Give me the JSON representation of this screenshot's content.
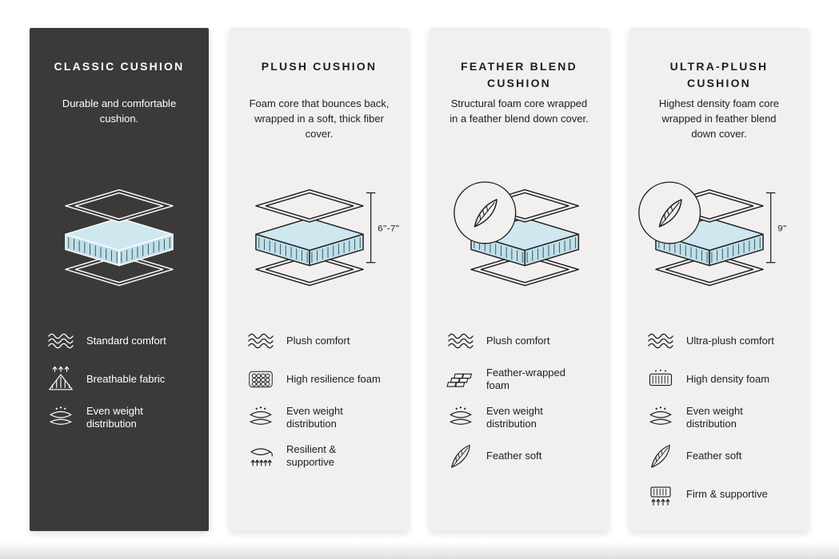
{
  "infographic": {
    "type": "cushion-comparison",
    "background": "#ffffff"
  },
  "colors": {
    "foam_top": "#cfe7ee",
    "foam_side": "#c0dfe9",
    "hatch": "#39525b",
    "dark_card_bg": "#3b3a38",
    "light_card_bg": "#f1f0ee",
    "dark_text": "#1e1e1e",
    "light_text": "#ffffff"
  },
  "cards": [
    {
      "id": "classic-cushion",
      "title": "CLASSIC CUSHION",
      "description": "Durable and comfortable cushion.",
      "theme": {
        "bg": "#3b3a38",
        "text": "#ffffff"
      },
      "illustration": {
        "cushion_diagram": true,
        "feather_badge": false,
        "measurement": null
      },
      "features": [
        {
          "icon": "waves",
          "label": "Standard comfort"
        },
        {
          "icon": "breathable",
          "label": "Breathable fabric"
        },
        {
          "icon": "even-weight",
          "label": "Even weight distribution"
        }
      ]
    },
    {
      "id": "plush-cushion",
      "title": "PLUSH CUSHION",
      "description": "Foam core that bounces back, wrapped in a soft, thick fiber cover.",
      "theme": {
        "bg": "#f1f0ee",
        "text": "#1e1e1e"
      },
      "illustration": {
        "cushion_diagram": true,
        "feather_badge": false,
        "measurement": "6\"-7\""
      },
      "features": [
        {
          "icon": "waves",
          "label": "Plush comfort"
        },
        {
          "icon": "foam-bubbles",
          "label": "High resilience foam"
        },
        {
          "icon": "even-weight",
          "label": "Even weight distribution"
        },
        {
          "icon": "resilient",
          "label": "Resilient & supportive"
        }
      ]
    },
    {
      "id": "feather-blend-cushion",
      "title": "FEATHER BLEND CUSHION",
      "description": "Structural foam core wrapped in a feather blend down cover.",
      "theme": {
        "bg": "#f1f0ee",
        "text": "#1e1e1e"
      },
      "illustration": {
        "cushion_diagram": true,
        "feather_badge": true,
        "measurement": null
      },
      "features": [
        {
          "icon": "waves",
          "label": "Plush comfort"
        },
        {
          "icon": "feather-foam",
          "label": "Feather-wrapped foam"
        },
        {
          "icon": "even-weight",
          "label": "Even weight distribution"
        },
        {
          "icon": "feather",
          "label": "Feather soft"
        }
      ]
    },
    {
      "id": "ultra-plush-cushion",
      "title": "ULTRA-PLUSH CUSHION",
      "description": "Highest density foam core wrapped in feather blend down cover.",
      "theme": {
        "bg": "#f1f0ee",
        "text": "#1e1e1e"
      },
      "illustration": {
        "cushion_diagram": true,
        "feather_badge": true,
        "measurement": "9\""
      },
      "features": [
        {
          "icon": "waves",
          "label": "Ultra-plush comfort"
        },
        {
          "icon": "high-density-foam",
          "label": "High density foam"
        },
        {
          "icon": "even-weight",
          "label": "Even weight distribution"
        },
        {
          "icon": "feather",
          "label": "Feather soft"
        },
        {
          "icon": "firm",
          "label": "Firm & supportive"
        }
      ]
    }
  ]
}
